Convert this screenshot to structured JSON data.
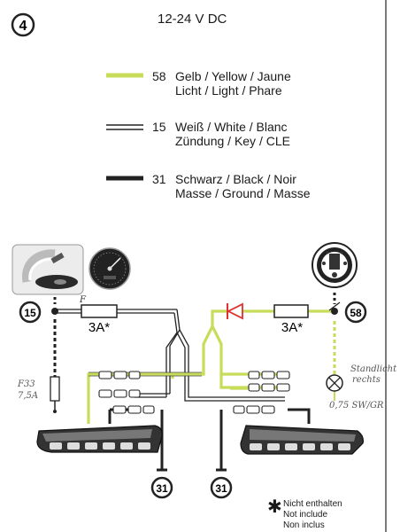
{
  "diagram_number": "4",
  "voltage": "12-24 V DC",
  "legend": [
    {
      "code": "58",
      "line1": "Gelb / Yellow / Jaune",
      "line2": "Licht / Light / Phare",
      "color": "#c8dc5a"
    },
    {
      "code": "15",
      "line1": "Weiß / White / Blanc",
      "line2": "Zündung / Key / CLE",
      "color": "#222222"
    },
    {
      "code": "31",
      "line1": "Schwarz / Black / Noir",
      "line2": "Masse / Ground / Masse",
      "color": "#222222"
    }
  ],
  "terminals": {
    "left": "15",
    "right": "58",
    "ground_left": "31",
    "ground_right": "31"
  },
  "fuses": {
    "left": "3A*",
    "right": "3A*",
    "left_mark": "F"
  },
  "handwritten": {
    "fuse_label_1": "F33",
    "fuse_label_2": "7,5A",
    "lamp_label_1": "Standlicht",
    "lamp_label_2": "rechts",
    "wire_label": "0,75 SW/GR"
  },
  "footnote": {
    "mark": "✱",
    "line1": "Nicht enthalten",
    "line2": "Not include",
    "line3": "Non inclus"
  },
  "colors": {
    "yellow_wire": "#c8dc5a",
    "diode": "#e03030"
  }
}
